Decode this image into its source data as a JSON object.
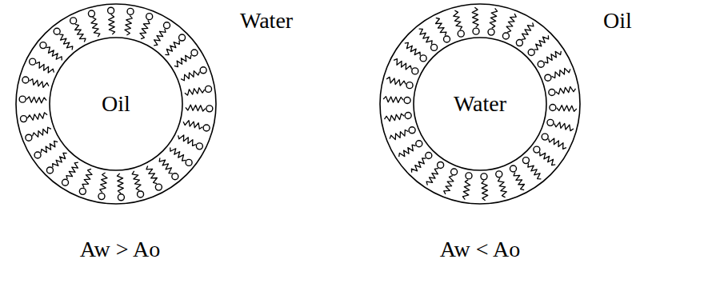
{
  "diagram": {
    "nodes": [
      {
        "text": [
          "Oil"
        ]
      },
      {
        "text": [
          "Water"
        ]
      }
    ],
    "labels": [
      "Water",
      "Oil",
      "Aw > Ao",
      "Aw < Ao"
    ]
  }
}
